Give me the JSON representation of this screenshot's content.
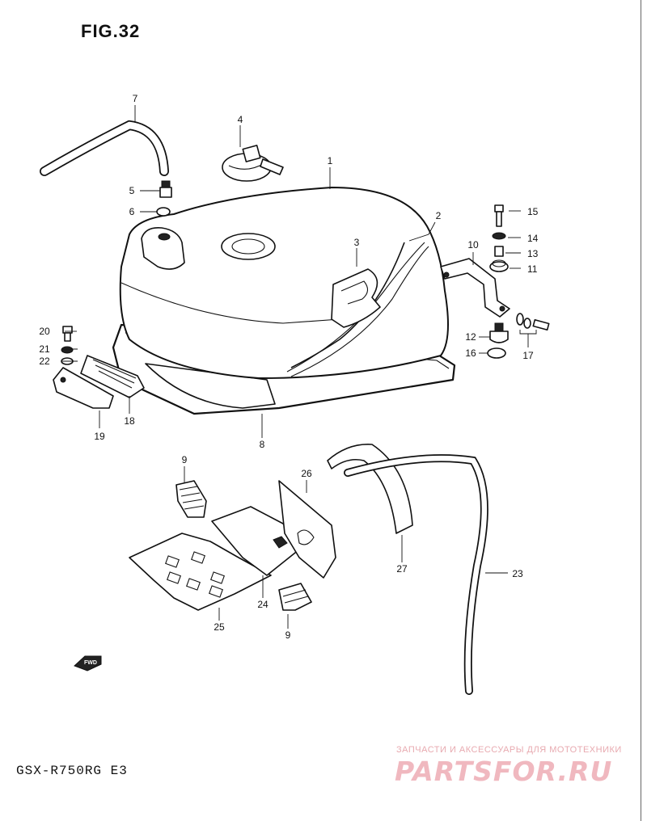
{
  "figure": {
    "title": "FIG.32",
    "model": "GSX-R750RG E3",
    "fwd_label": "FWD"
  },
  "watermark": {
    "top_text": "ЗАПЧАСТИ И АКСЕССУАРЫ ДЛЯ МОТОТЕХНИКИ",
    "logo_text": "PARTSFOR.RU",
    "color": "#f0b8bf"
  },
  "callouts": [
    "1",
    "2",
    "3",
    "4",
    "5",
    "6",
    "7",
    "8",
    "9",
    "10",
    "11",
    "12",
    "13",
    "14",
    "15",
    "16",
    "17",
    "18",
    "19",
    "20",
    "21",
    "22",
    "23",
    "24",
    "25",
    "26",
    "27",
    "9"
  ],
  "colors": {
    "line": "#111111",
    "background": "#ffffff"
  }
}
